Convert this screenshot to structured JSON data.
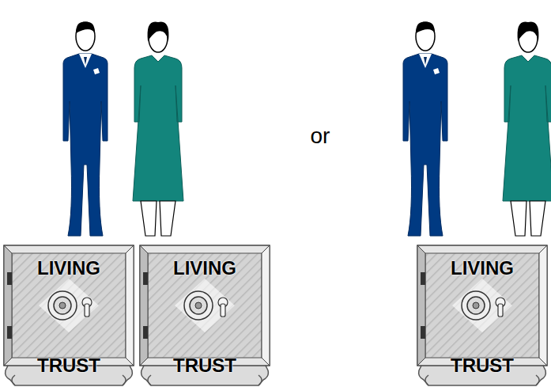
{
  "diagram": {
    "nodes": [
      {
        "text": [
          "LIVING",
          "TRUST"
        ]
      },
      {
        "text": [
          "LIVING",
          "TRUST"
        ]
      },
      {
        "text": [
          "LIVING",
          "TRUST"
        ]
      }
    ],
    "labels": [
      "or"
    ]
  }
}
